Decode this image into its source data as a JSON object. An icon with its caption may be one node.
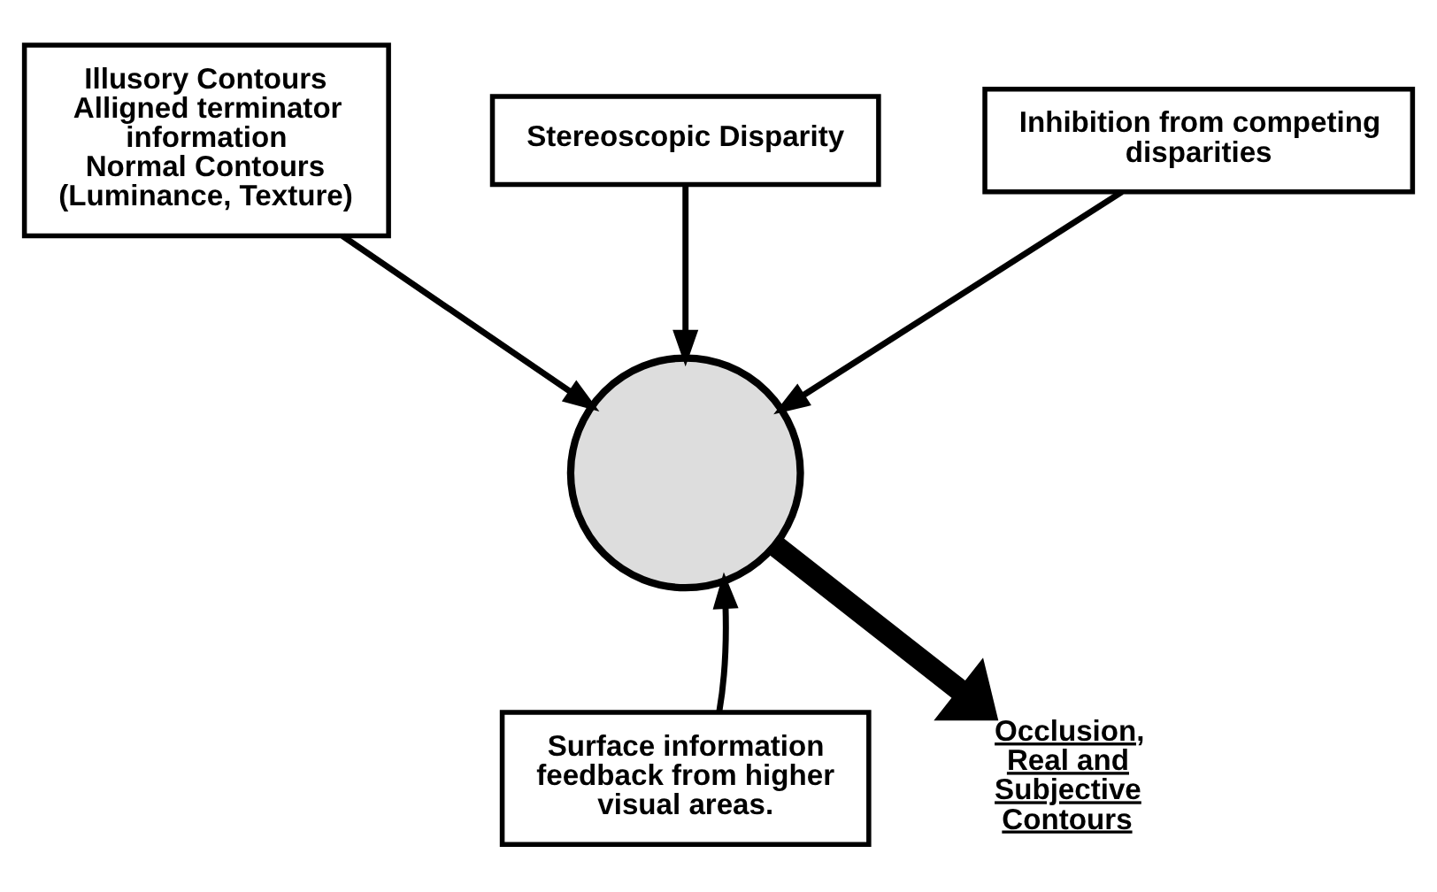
{
  "diagram": {
    "nodes": [
      {
        "text": [
          "Illusory Contours",
          "Alligned terminator information",
          "Normal Contours",
          "(Luminance, Texture)"
        ]
      },
      {
        "text": [
          "Stereoscopic Disparity"
        ]
      },
      {
        "text": [
          "Inhibition from competing disparities"
        ]
      },
      {
        "text": [
          "Surface information feedback from higher visual areas."
        ]
      },
      {
        "text": [],
        "shape": "circle"
      },
      {
        "text": [
          "Occlusion, Real and Subjective Contours"
        ]
      }
    ],
    "edges": [
      {
        "from": 0,
        "to": 4,
        "arrow": "to"
      },
      {
        "from": 1,
        "to": 4,
        "arrow": "to"
      },
      {
        "from": 2,
        "to": 4,
        "arrow": "to"
      },
      {
        "from": 3,
        "to": 4,
        "arrow": "to"
      },
      {
        "from": 4,
        "to": 5,
        "arrow": "to",
        "style": "thick"
      }
    ]
  }
}
